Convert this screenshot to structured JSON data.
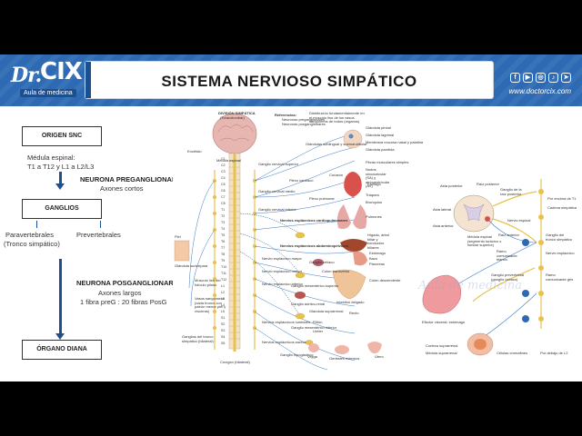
{
  "header": {
    "logo_text_dr": "Dr.",
    "logo_text_cix": "CIX",
    "logo_tagline": "Aula de medicina",
    "title": "SISTEMA NERVIOSO SIMPÁTICO",
    "website": "www.doctorcix.com",
    "social_icons": [
      "facebook-icon",
      "youtube-icon",
      "instagram-icon",
      "tiktok-icon",
      "telegram-icon"
    ]
  },
  "flow": {
    "origen_label": "ORIGEN SNC",
    "medula_label": "Médula espinal:",
    "medula_levels": "T1 a T12 y L1 a L2/L3",
    "preganglionar_title": "NEURONA PREGANGLIONAR",
    "preganglionar_sub": "Axones cortos",
    "ganglios_label": "GANGLIOS",
    "paravertebrales": "Paravertebrales",
    "tronco": "(Tronco simpático)",
    "prevertebrales": "Prevertebrales",
    "posganglionar_title": "NEURONA POSGANGLIONAR",
    "posganglionar_sub": "Axones largos",
    "ratio": "1 fibra preG : 20 fibras PosG",
    "organo_label": "ÓRGANO DIANA"
  },
  "illustration": {
    "division_title": "DIVISIÓN SIMPÁTICA",
    "division_sub": "(Toracolumbar)",
    "referencias": "Referencias:",
    "ref_pre": "Neuronas preganglionares",
    "ref_post": "Neuronas posganglionares",
    "distribution_note": "Distribución fundamentalmente en el músculo liso de los vasos sanguíneos de todos (órganos)",
    "spinal_levels": [
      "C1",
      "C2",
      "C3",
      "C4",
      "C5",
      "C6",
      "C7",
      "C8",
      "T1",
      "T2",
      "T3",
      "T4",
      "T5",
      "T6",
      "T7",
      "T8",
      "T9",
      "T10",
      "T11",
      "T12",
      "L1",
      "L2",
      "L3",
      "L4",
      "L5",
      "S1",
      "S2",
      "S3",
      "S4",
      "S5"
    ],
    "left_labels": [
      "Encéfalo",
      "Médula espinal",
      "Piel",
      "Glándula sudorípara",
      "Músculo liso del folículo piloso",
      "Vasos sanguíneos (cada tronco con patrón menor piel y vísceras)",
      "Ganglios del tronco simpático (bilateral)",
      "Coxígeo (bilateral)"
    ],
    "ganglion_labels": [
      "Ganglio cervical superior",
      "Ganglio cervical medio",
      "Ganglio cervical inferior",
      "Plexo cardíaco",
      "Nervios esplácnicos cardiopulmonares",
      "Nervios esplácnicos abdominopélvicos",
      "Nervio esplácnico mayor",
      "Nervio esplácnico menor",
      "Ganglio celíaco",
      "Nervio esplácnico inferior",
      "Ganglio mesentérico superior",
      "Ganglio aórtico-renal",
      "Nervios esplácnicos lumbares",
      "Ganglio mesentérico inferior",
      "Nervios esplácnicos sacros",
      "Ganglio hipogástrico",
      "Plexo pulmonar"
    ],
    "organ_labels": [
      "Glándula pineal",
      "Glándula lagrimal",
      "Membrana mucosa nasal y palatina",
      "Glándulas sublingual y submandibular",
      "Glándula parótida",
      "Fibras musculares simples",
      "Nodos sinoauricular (SA) y atrioventricular (AV)",
      "Corazón",
      "Tráquea",
      "Bronquios",
      "Pulmones",
      "Hígado, árbol biliar y conductos biliares",
      "Estómago",
      "Bazo",
      "Páncreas",
      "Colon transverso",
      "Intestino delgado",
      "Colon descendente",
      "Recto",
      "Glándula suprarrenal",
      "Riñón",
      "Uréter",
      "Vejiga",
      "Genitales externos",
      "Útero",
      "Esófago"
    ],
    "right_labels": [
      "Asta posterior",
      "Raíz posterior",
      "Ganglio de la raíz posterior",
      "Por encima de T1",
      "Cadena simpática",
      "Asta lateral",
      "Asta anterior",
      "Médula espinal (segmento torácico o lumbar superior)",
      "Nervio espinal",
      "Raíz anterior",
      "Ganglio del tronco simpático",
      "Nervio esplácnico",
      "Ramo comunicante blanco",
      "Ganglio prevertebral (ganglio celíaco)",
      "Ramo comunicante gris",
      "Efector visceral: estómago",
      "Corteza suprarrenal",
      "Médula suprarrenal",
      "Células cromafines",
      "Por debajo de L2"
    ],
    "watermark": "Aula de medicina"
  },
  "colors": {
    "header_blue": "#2d6ab3",
    "arrow_blue": "#1f4f8c",
    "nerve_yellow": "#e8c24a",
    "fiber_blue": "#3a78c4",
    "brain_pink": "#e8b6b0",
    "bone": "#f1e3c9"
  }
}
